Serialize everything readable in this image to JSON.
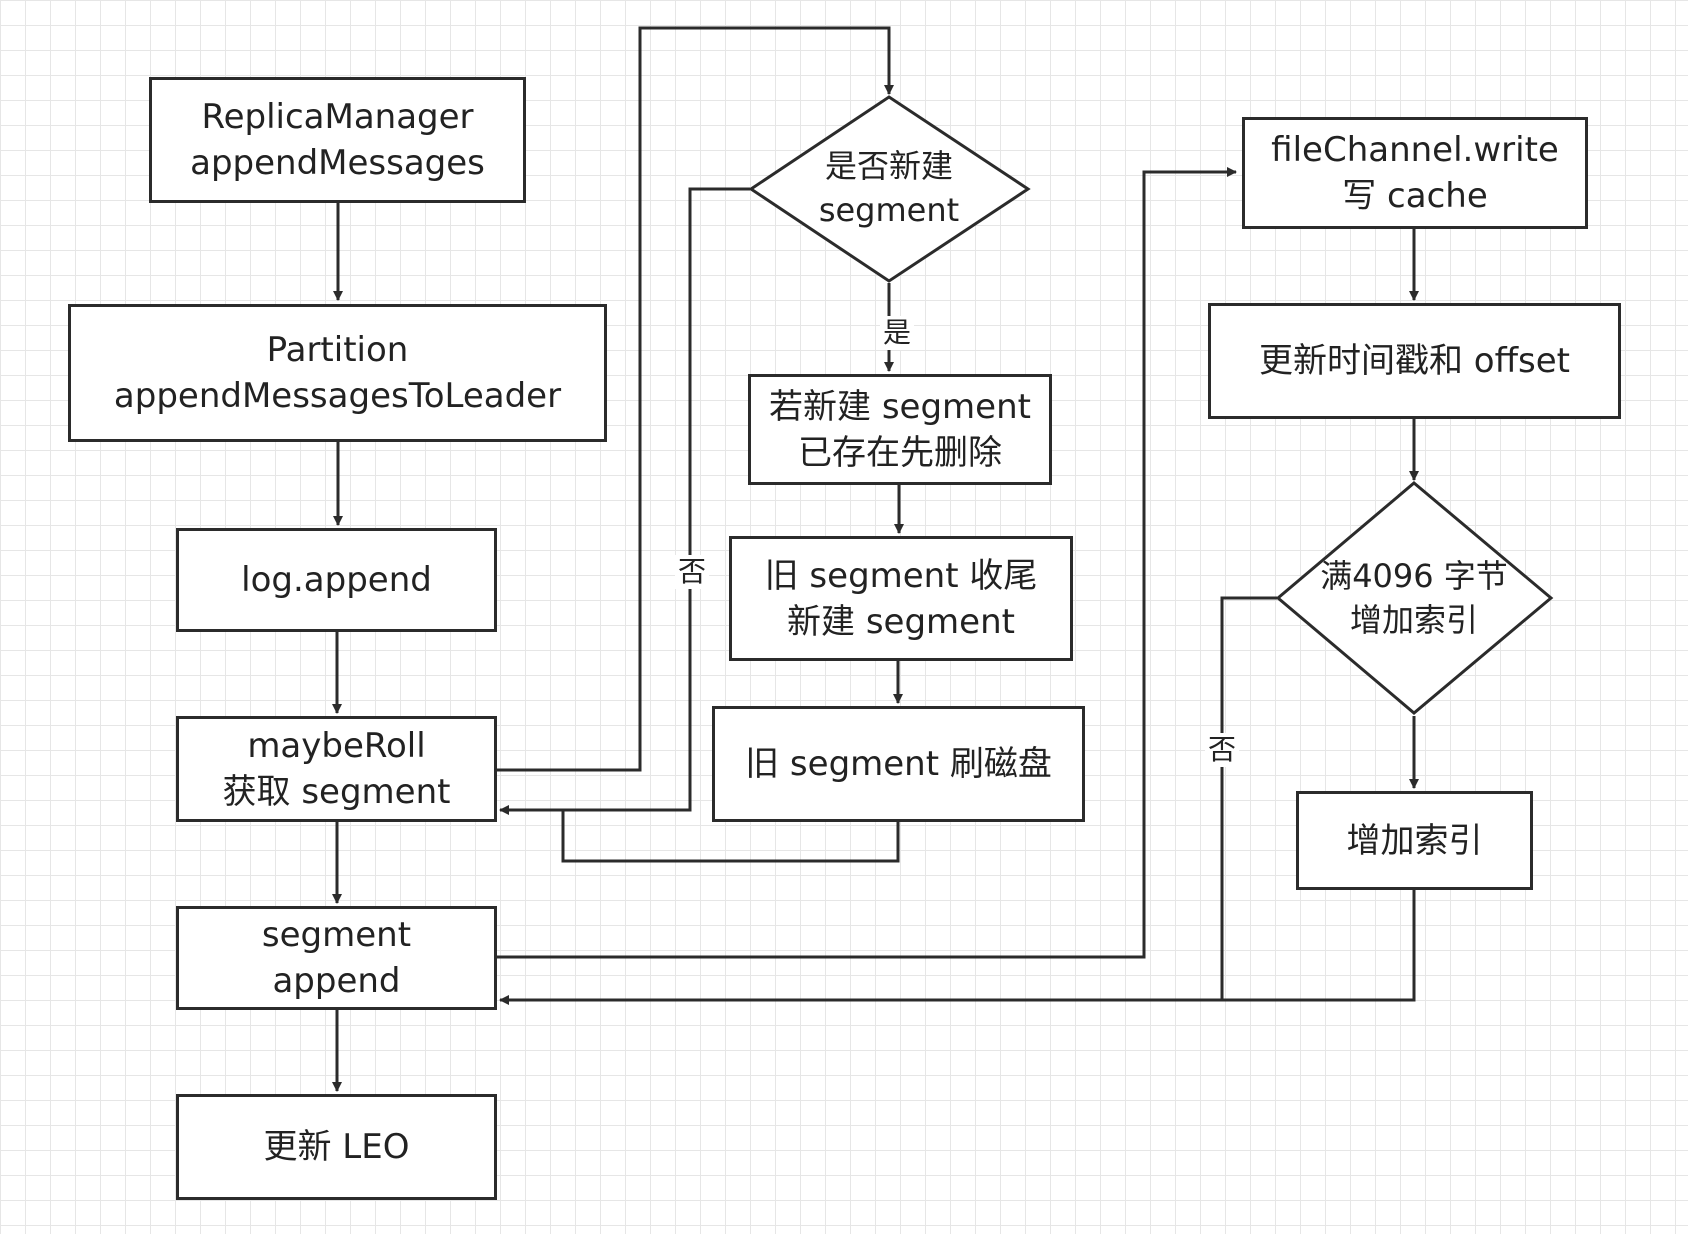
{
  "nodes": {
    "replica_manager": {
      "line1": "ReplicaManager",
      "line2": "appendMessages"
    },
    "partition": {
      "line1": "Partition",
      "line2": "appendMessagesToLeader"
    },
    "log_append": {
      "line1": "log.append"
    },
    "maybe_roll": {
      "line1": "maybeRoll",
      "line2": "获取 segment"
    },
    "segment_append": {
      "line1": "segment",
      "line2": "append"
    },
    "update_leo": {
      "line1": "更新 LEO"
    },
    "new_segment_decision": {
      "line1": "是否新建",
      "line2": "segment"
    },
    "delete_existing": {
      "line1": "若新建 segment",
      "line2": "已存在先删除"
    },
    "close_old_new": {
      "line1": "旧 segment 收尾",
      "line2": "新建 segment"
    },
    "flush_old": {
      "line1": "旧 segment 刷磁盘"
    },
    "file_channel_write": {
      "line1": "fileChannel.write",
      "line2": "写 cache"
    },
    "update_timestamp_offset": {
      "line1": "更新时间戳和 offset"
    },
    "bytes_decision": {
      "line1": "满4096 字节",
      "line2": "增加索引"
    },
    "add_index": {
      "line1": "增加索引"
    }
  },
  "edge_labels": {
    "yes_new_segment": "是",
    "no_new_segment": "否",
    "no_add_index": "否"
  }
}
